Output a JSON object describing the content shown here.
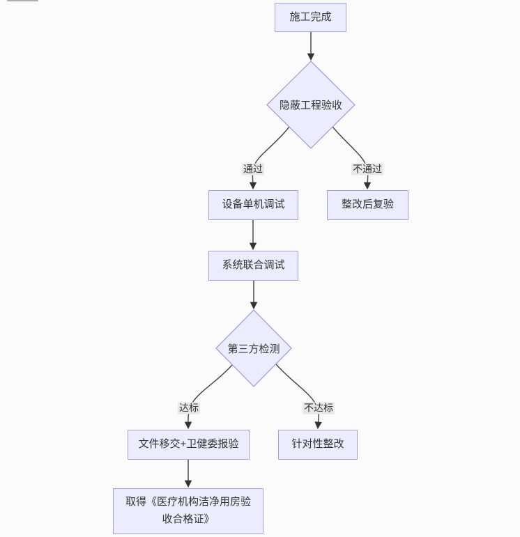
{
  "diagram": {
    "type": "flowchart",
    "direction": "top-down",
    "colors": {
      "background": "#fbfbfb",
      "node_fill": "#ECECFF",
      "node_border": "#AE9ADB",
      "edge": "#333333",
      "edge_label_bg": "#E8E8E8",
      "text": "#333333"
    },
    "nodes": [
      {
        "id": "construction-complete",
        "shape": "rect",
        "label": "施工完成"
      },
      {
        "id": "hidden-works-acceptance",
        "shape": "diamond",
        "label": "隐蔽工程验收"
      },
      {
        "id": "equipment-standalone-debug",
        "shape": "rect",
        "label": "设备单机调试"
      },
      {
        "id": "reinspect-after-rectification",
        "shape": "rect",
        "label": "整改后复验"
      },
      {
        "id": "system-joint-debug",
        "shape": "rect",
        "label": "系统联合调试"
      },
      {
        "id": "third-party-testing",
        "shape": "diamond",
        "label": "第三方检测"
      },
      {
        "id": "document-handover",
        "shape": "rect",
        "label": "文件移交+卫健委报验"
      },
      {
        "id": "targeted-rectification",
        "shape": "rect",
        "label": "针对性整改"
      },
      {
        "id": "certificate",
        "shape": "rect",
        "label": "取得《医疗机构洁净用房验收合格证》",
        "label_lines": [
          "取得《医疗机构洁净用房验",
          "收合格证》"
        ]
      }
    ],
    "edges": [
      {
        "from": "construction-complete",
        "to": "hidden-works-acceptance",
        "label": ""
      },
      {
        "from": "hidden-works-acceptance",
        "to": "equipment-standalone-debug",
        "label": "通过"
      },
      {
        "from": "hidden-works-acceptance",
        "to": "reinspect-after-rectification",
        "label": "不通过"
      },
      {
        "from": "equipment-standalone-debug",
        "to": "system-joint-debug",
        "label": ""
      },
      {
        "from": "system-joint-debug",
        "to": "third-party-testing",
        "label": ""
      },
      {
        "from": "third-party-testing",
        "to": "document-handover",
        "label": "达标"
      },
      {
        "from": "third-party-testing",
        "to": "targeted-rectification",
        "label": "不达标"
      },
      {
        "from": "document-handover",
        "to": "certificate",
        "label": ""
      }
    ]
  }
}
